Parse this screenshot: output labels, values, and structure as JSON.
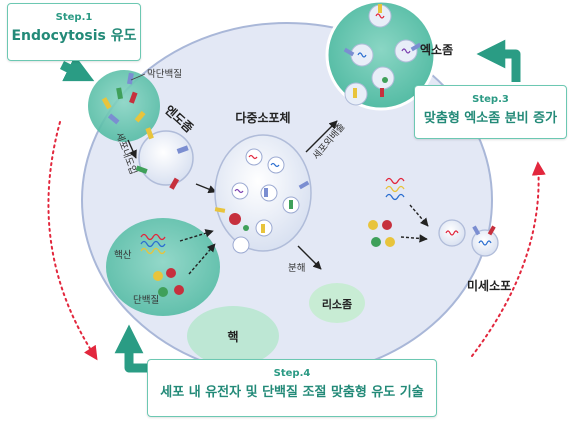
{
  "steps": [
    {
      "number": "Step.1",
      "text": "Endocytosis 유도"
    },
    {
      "number": "Step.3",
      "text": "맞춤형 엑소좀 분비 증가"
    },
    {
      "number": "Step.4",
      "text": "세포 내 유전자 및 단백질 조절 맞춤형 유도 기술"
    }
  ],
  "labels": {
    "membrane_protein": "막단백질",
    "endosome": "엔도좀",
    "endocytosis": "세포내도입",
    "multivesicular_body": "다중소포체",
    "exocytosis": "세포외배출",
    "exosome": "엑소좀",
    "decomposition": "분해",
    "lysosome": "리소좀",
    "nucleic_acid": "핵산",
    "protein": "단백질",
    "nucleus": "핵",
    "microvesicle": "미세소포"
  },
  "colors": {
    "cell_fill": "#e3e8f5",
    "cell_stroke": "#a9b7d8",
    "teal": "#5fc4ad",
    "arrow_green": "#2a9c84",
    "dotted_red": "#e2273d",
    "nucleus_fill": "#bde7d4",
    "lysosome_fill": "#c8ecd4"
  }
}
